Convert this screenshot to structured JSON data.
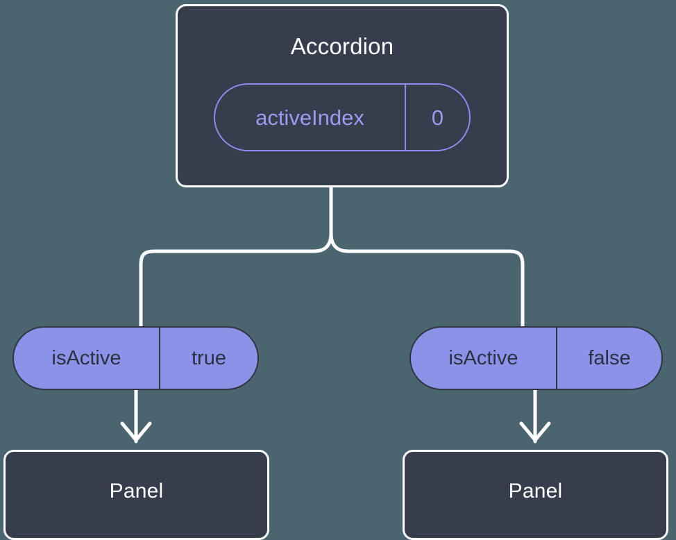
{
  "diagram": {
    "title_node": {
      "label": "Accordion",
      "state_pill": {
        "key": "activeIndex",
        "value": "0"
      }
    },
    "branches": [
      {
        "prop_pill": {
          "key": "isActive",
          "value": "true"
        },
        "child": {
          "label": "Panel"
        }
      },
      {
        "prop_pill": {
          "key": "isActive",
          "value": "false"
        },
        "child": {
          "label": "Panel"
        }
      }
    ],
    "colors": {
      "background": "#4a6570",
      "node_fill": "#373d4c",
      "node_border": "#ffffff",
      "node_text": "#ffffff",
      "accent_outline": "#8b8cf0",
      "accent_fill": "#8b93e8",
      "accent_text_dark": "#2b3040",
      "connector": "#ffffff"
    }
  }
}
